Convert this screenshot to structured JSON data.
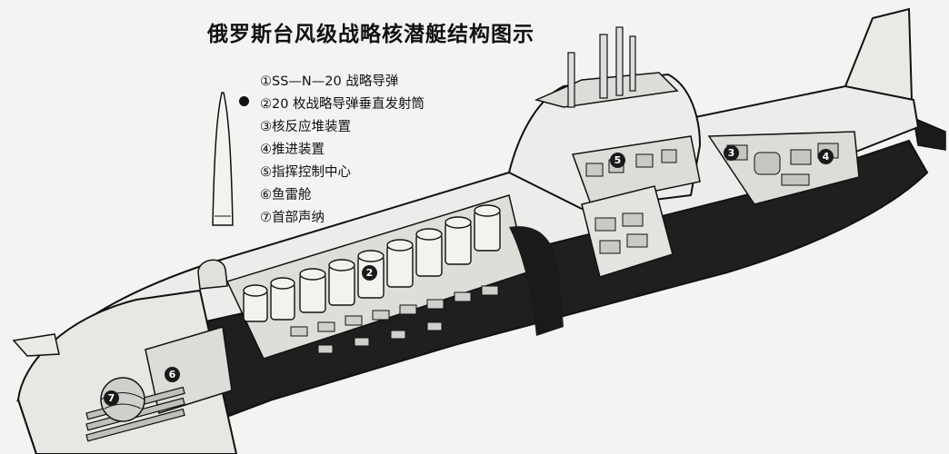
{
  "title": "俄罗斯台风级战略核潜艇结构图示",
  "legend": [
    "①SS—N—20 战略导弹",
    "②20 枚战略导弹垂直发射筒",
    "③核反应堆装置",
    "④推进装置",
    "⑤指挥控制中心",
    "⑥鱼雷舱",
    "⑦首部声纳"
  ],
  "callouts": [
    "❷",
    "❸",
    "❹",
    "❺",
    "❻",
    "❼"
  ],
  "callout_numbers": [
    "2",
    "3",
    "4",
    "5",
    "6",
    "7"
  ],
  "missile_marker": "❶",
  "colors": {
    "ink": "#111111",
    "hull_dark": "#1a1a1a",
    "paper": "#f3f3f1",
    "hull_light": "#e9e9e6"
  }
}
